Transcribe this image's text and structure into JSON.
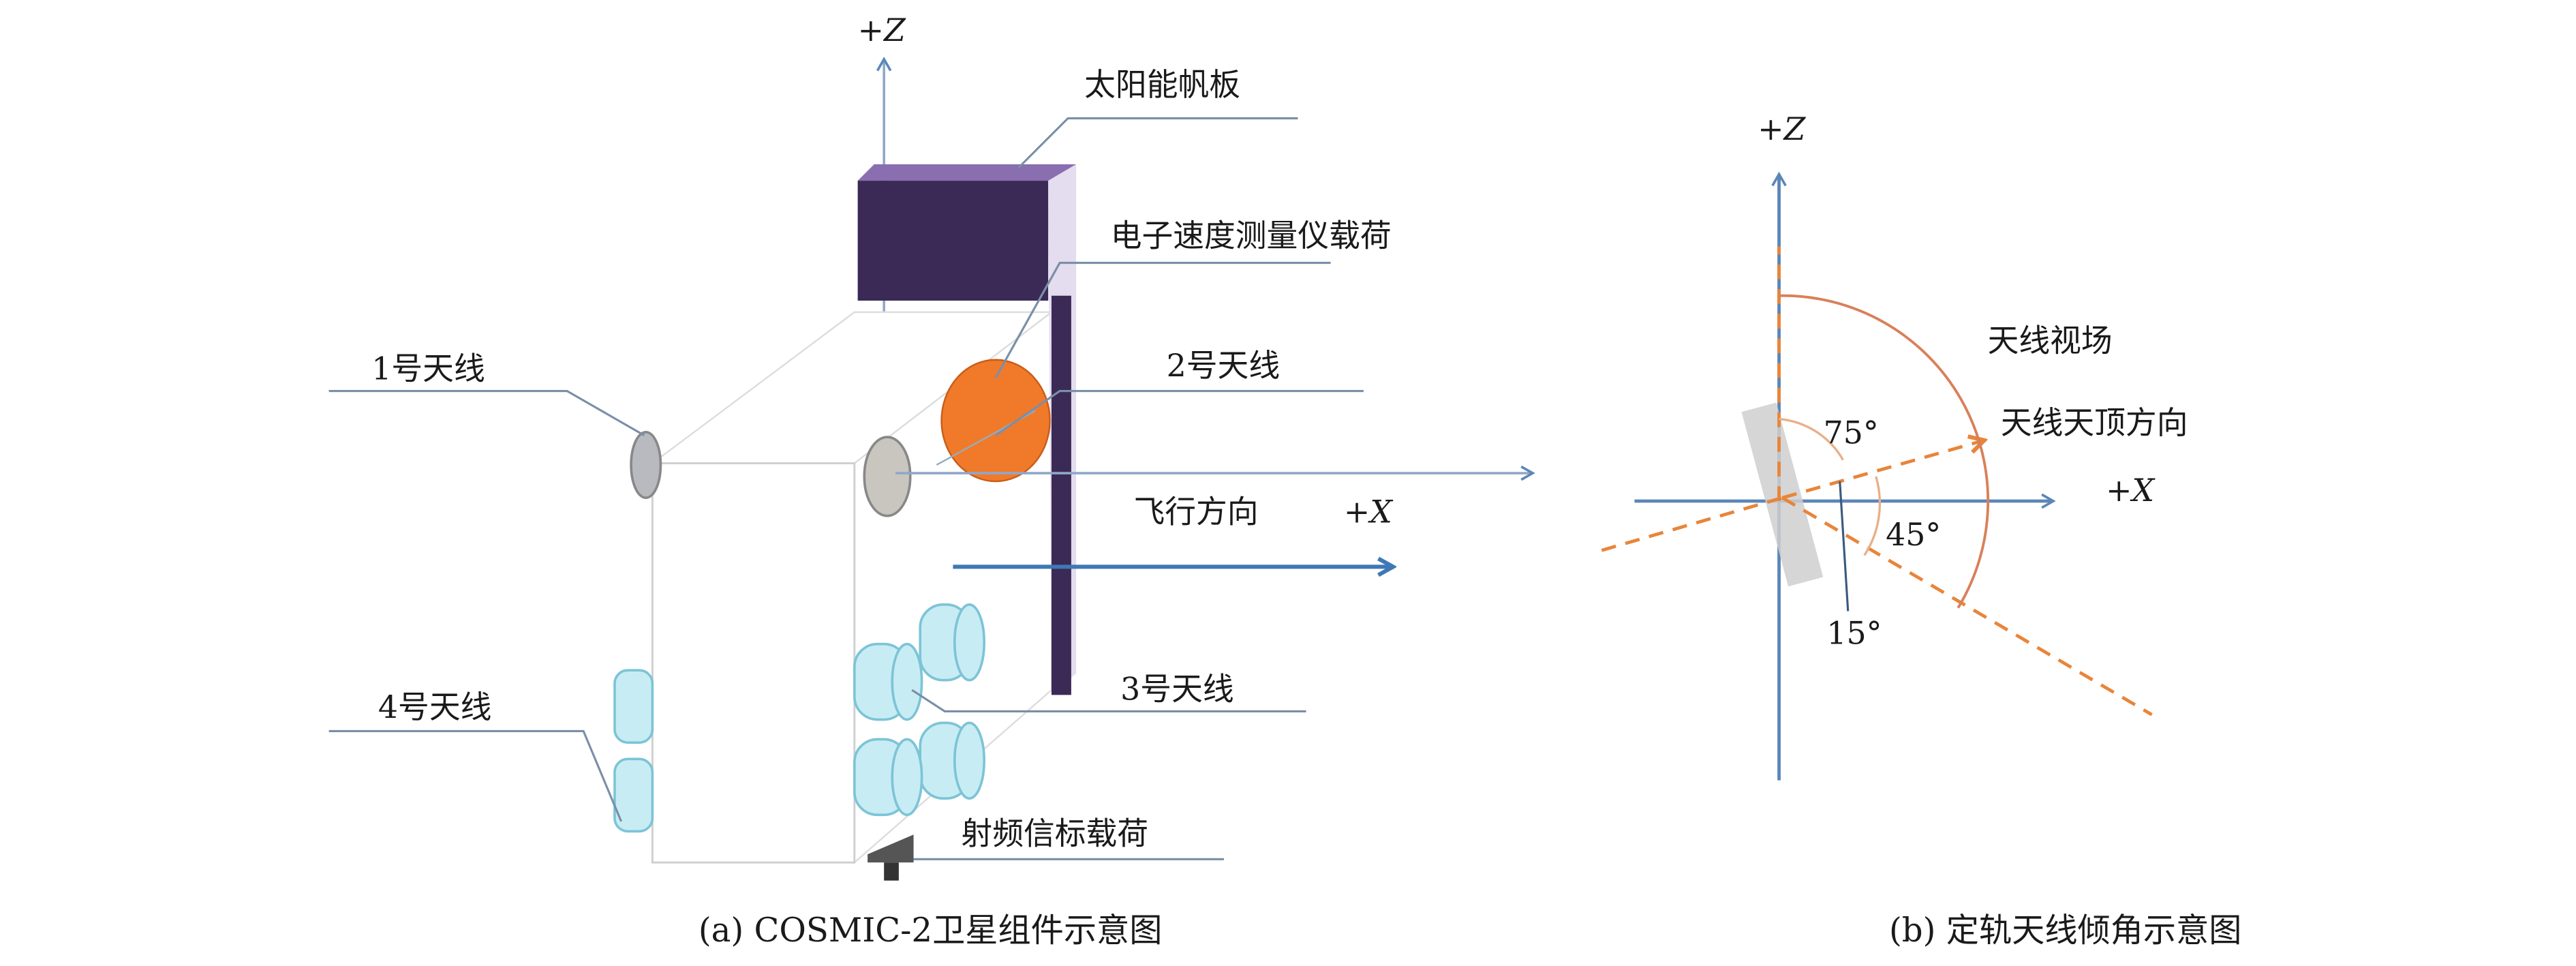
{
  "panel_a": {
    "z_axis": "+Z",
    "solar_panel": "太阳能帆板",
    "electron_payload": "电子速度测量仪载荷",
    "antenna_1": "1号天线",
    "antenna_2": "2号天线",
    "flight_direction": "飞行方向",
    "x_axis": "+X",
    "antenna_3": "3号天线",
    "antenna_4": "4号天线",
    "rf_beacon": "射频信标载荷",
    "caption": "(a) COSMIC-2卫星组件示意图"
  },
  "panel_b": {
    "z_axis": "+Z",
    "x_axis": "+X",
    "field_of_view": "天线视场",
    "zenith_direction": "天线天顶方向",
    "angle_75": "75°",
    "angle_45": "45°",
    "angle_15": "15°",
    "caption": "(b) 定轨天线倾角示意图"
  },
  "colors": {
    "axis": "#5b86b8",
    "orange": "#e8853a",
    "panel": "#3a2a55",
    "cyan": "#bfe6f0"
  }
}
